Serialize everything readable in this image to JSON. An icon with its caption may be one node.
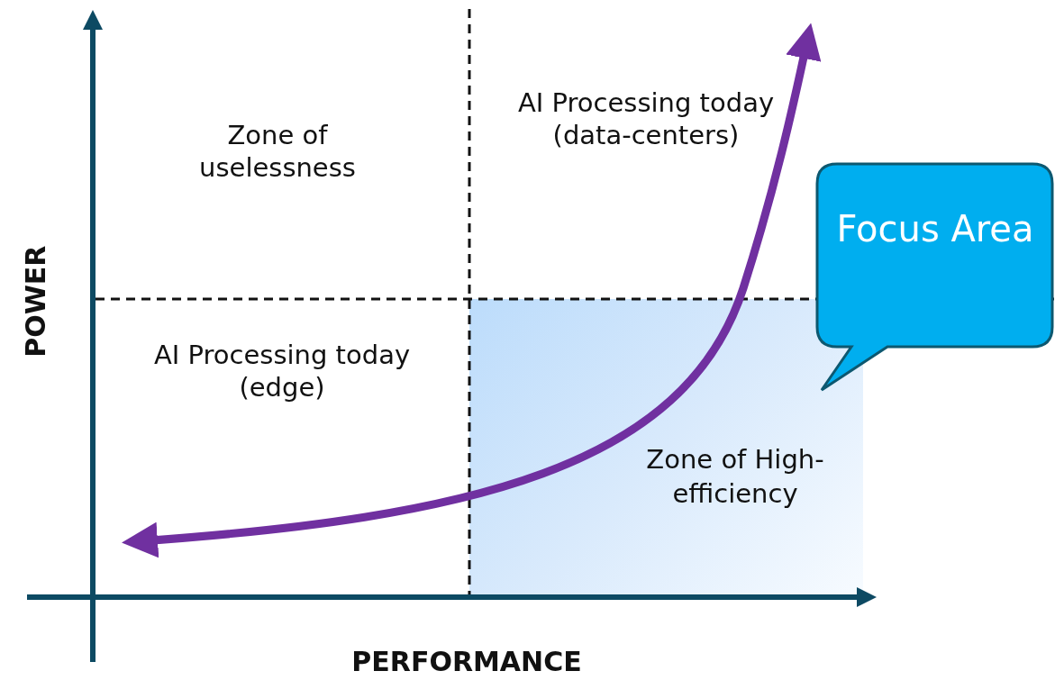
{
  "diagram": {
    "nodes": [
      {
        "text": [
          "Zone of High-efficiency"
        ]
      },
      {
        "text": [
          "Focus Area"
        ]
      }
    ],
    "labels": [
      "Zone of uselessness",
      "AI Processing today (data-centers)",
      "AI Processing today (edge)",
      "POWER",
      "PERFORMANCE"
    ]
  }
}
